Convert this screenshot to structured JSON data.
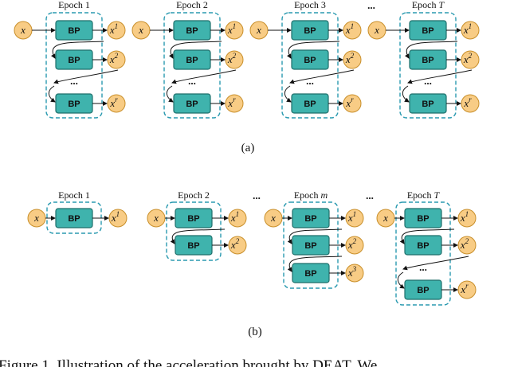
{
  "colors": {
    "node_fill": "#f8cc85",
    "node_stroke": "#c98f2a",
    "bp_fill": "#3fb3ad",
    "bp_stroke": "#1e6f6b",
    "dash": "#2a9ab0",
    "arrow": "#111111"
  },
  "bp_label": "BP",
  "input_label": "x",
  "row_a": {
    "epochs": [
      {
        "title_prefix": "Epoch ",
        "title_suffix": "1",
        "outputs": [
          "1",
          "2",
          "r"
        ]
      },
      {
        "title_prefix": "Epoch ",
        "title_suffix": "2",
        "outputs": [
          "1",
          "2",
          "r"
        ]
      },
      {
        "title_prefix": "Epoch ",
        "title_suffix": "3",
        "outputs": [
          "1",
          "2",
          "r"
        ]
      },
      {
        "title_prefix": "Epoch ",
        "title_suffix": "T",
        "outputs": [
          "1",
          "2",
          "r"
        ]
      }
    ],
    "between_dots": "...",
    "inner_dots": "...",
    "label": "(a)"
  },
  "row_b": {
    "epochs": [
      {
        "title_prefix": "Epoch ",
        "title_suffix": "1",
        "outputs": [
          "1"
        ]
      },
      {
        "title_prefix": "Epoch ",
        "title_suffix": "2",
        "outputs": [
          "1",
          "2"
        ]
      },
      {
        "title_prefix": "Epoch ",
        "title_suffix": "m",
        "outputs": [
          "1",
          "2",
          "3"
        ]
      },
      {
        "title_prefix": "Epoch ",
        "title_suffix": "T",
        "outputs": [
          "1",
          "2",
          "r"
        ],
        "has_gap": true
      }
    ],
    "between_dots": [
      "...",
      "..."
    ],
    "inner_dots": "...",
    "label": "(b)"
  },
  "caption": "Figure 1.   Illustration of the acceleration brought by DEAT. We"
}
